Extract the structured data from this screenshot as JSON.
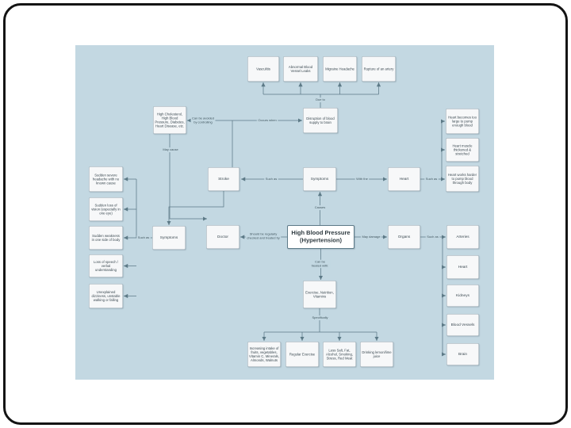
{
  "slide": {
    "canvas_color": "#c3d8e2",
    "line_color": "#5d7a87",
    "node_fill": "#f7f8f9",
    "node_border": "#90a1ab",
    "main_node_border": "#5d7a88"
  },
  "nodes": {
    "vasculitis": "Vasculitis",
    "abnormal_leaks": "Abnormal Blood Vessel Leaks",
    "migraine": "Migraine Headache",
    "rupture": "Rupture of an artery",
    "disruption": "Disruption of blood supply to brain",
    "risk_factors": "High Cholesterol, High Blood Pressure, Diabetes, Heart Disease, etc.",
    "stroke": "Stroke",
    "symptoms_center": "Symptoms",
    "heart_top": "Heart",
    "heart_too_large": "Heart becomes too large to pump enough blood",
    "heart_muscle": "Heart muscle thickened & stretched",
    "heart_harder": "Heart works harder to pump blood through body",
    "s1": "Sudden severe headache with no known cause",
    "s2": "Sudden loss of vision (especially in one eye)",
    "s3": "Sudden weakness in one side of body",
    "s4": "Loss of speech / verbal understanding",
    "s5": "Unexplained dizziness, unstable walking or falling",
    "symptoms_left": "Symptoms",
    "doctor": "Doctor",
    "hbp": "High Blood Pressure\n(Hypertension)",
    "organs": "Organs",
    "arteries": "Arteries",
    "heart_right": "Heart",
    "kidneys": "Kidneys",
    "blood_vessels": "Blood Vessels",
    "brain": "Brain",
    "treatment": "Exercise, Nutrition, Vitamins",
    "b1": "Increasing intake of fruits, vegetables, Vitamin C, Minerals, Almonds, Walnuts",
    "b2": "Regular Exercise",
    "b3": "Less Salt, Fat, Alcohol, Smoking, Stress, Red Meat",
    "b4": "Drinking lemon/lime juice"
  },
  "edge_labels": {
    "due_to": "Due to",
    "occurs_when": "Occurs when",
    "avoided": "Can be avoided\nby controlling",
    "may_cause": "May cause",
    "such_as_stroke": "Such as",
    "with_the": "With the",
    "such_as_heart": "Such as",
    "causes": "Causes",
    "such_as_left": "Such as",
    "checked": "Should be regularly\nchecked and treated by",
    "may_damage": "May damage",
    "such_as_organs": "Such as",
    "treated_with": "Can be\ntreated with:",
    "specifically": "Specifically"
  }
}
